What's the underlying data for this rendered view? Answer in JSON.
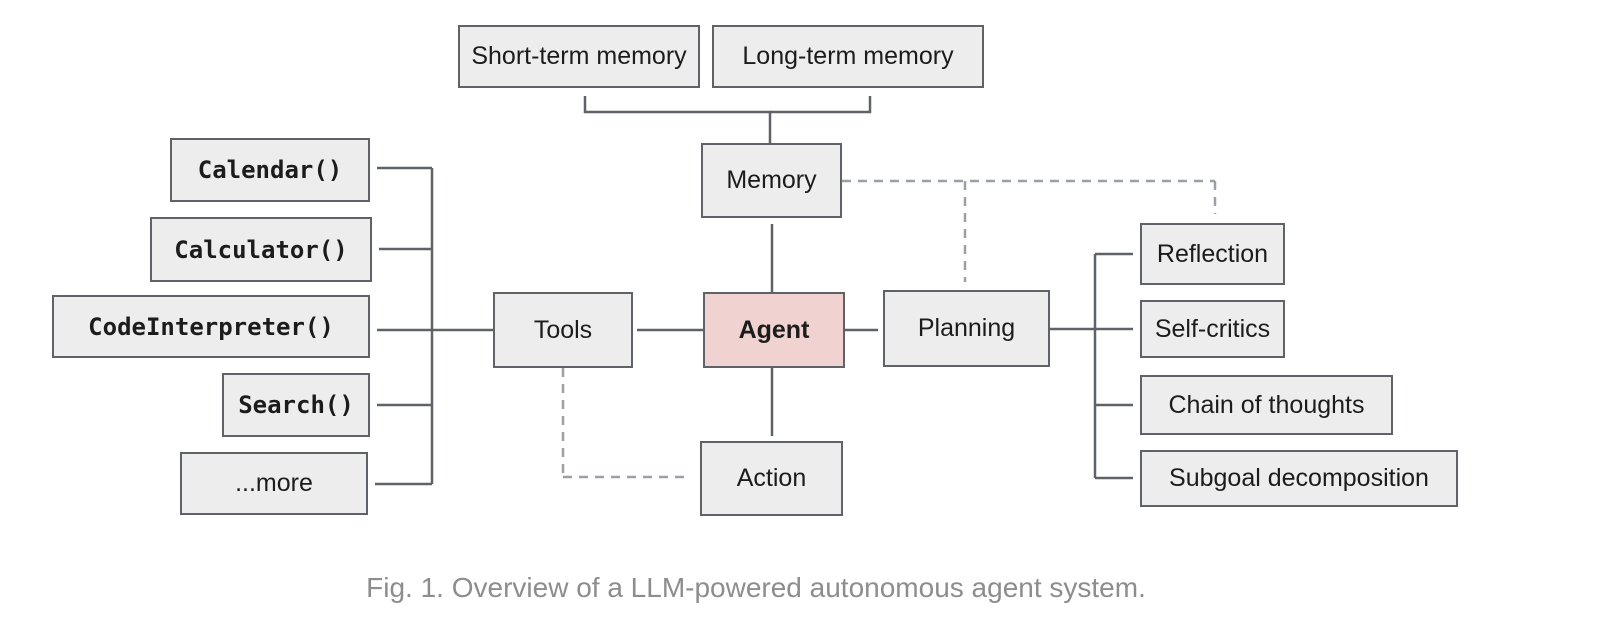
{
  "diagram": {
    "caption": "Fig. 1. Overview of a LLM-powered autonomous agent system.",
    "nodes": {
      "short_term_memory": {
        "label": "Short-term memory"
      },
      "long_term_memory": {
        "label": "Long-term memory"
      },
      "memory": {
        "label": "Memory"
      },
      "agent": {
        "label": "Agent"
      },
      "tools": {
        "label": "Tools"
      },
      "action": {
        "label": "Action"
      },
      "planning": {
        "label": "Planning"
      },
      "calendar": {
        "label": "Calendar()"
      },
      "calculator": {
        "label": "Calculator()"
      },
      "code_interpreter": {
        "label": "CodeInterpreter()"
      },
      "search": {
        "label": "Search()"
      },
      "more": {
        "label": "...more"
      },
      "reflection": {
        "label": "Reflection"
      },
      "self_critics": {
        "label": "Self-critics"
      },
      "chain_of_thoughts": {
        "label": "Chain of thoughts"
      },
      "subgoal_decomposition": {
        "label": "Subgoal decomposition"
      }
    },
    "colors": {
      "node_fill": "#ededed",
      "node_border": "#5f6368",
      "agent_fill": "#f0d3d1",
      "solid_edge": "#5f6368",
      "dashed_edge": "#9aa0a6",
      "caption_text": "#8d8d8d",
      "background": "#ffffff"
    }
  }
}
